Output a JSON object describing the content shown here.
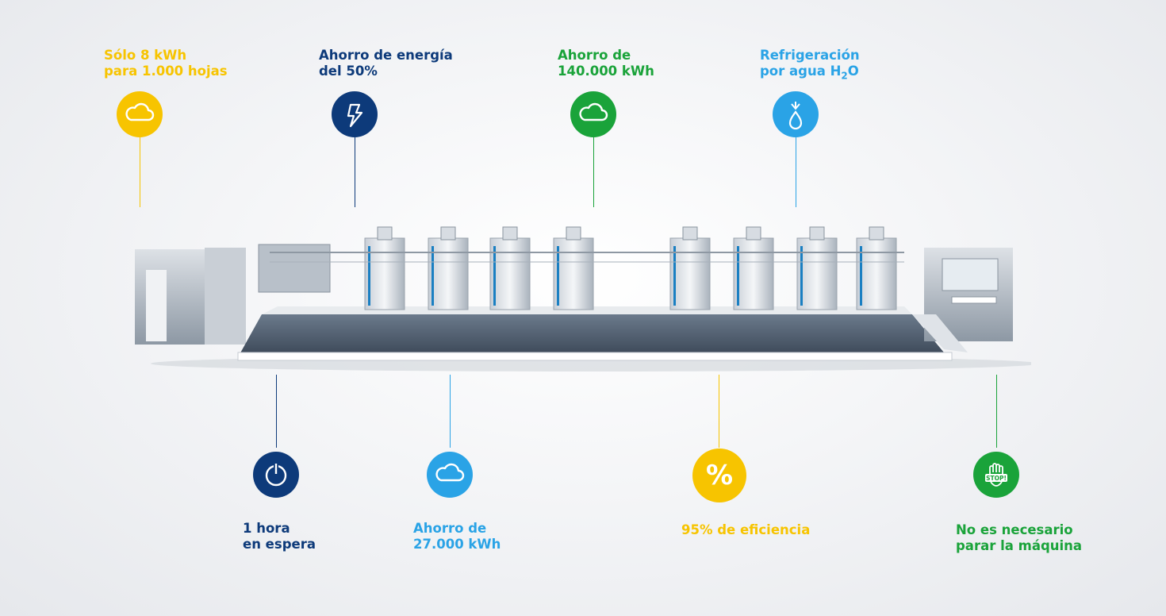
{
  "features": {
    "energy_per_sheets": {
      "line1": "Sólo 8 kWh",
      "line2": "para 1.000 hojas",
      "color": "#f7c400",
      "icon": "cloud-icon"
    },
    "energy_saving": {
      "line1": "Ahorro de energía",
      "line2": "del 50%",
      "color": "#0d3a7a",
      "icon": "lightning-icon"
    },
    "saving_140000": {
      "line1": "Ahorro de",
      "line2": "140.000 kWh",
      "color": "#1aa33a",
      "icon": "cloud-icon"
    },
    "water_cooling": {
      "line1": "Refrigeración",
      "line2_prefix": "por agua H",
      "line2_sub": "2",
      "line2_suffix": "O",
      "color": "#2aa3e6",
      "icon": "water-drop-icon"
    },
    "standby": {
      "line1": "1 hora",
      "line2": "en espera",
      "color": "#0d3a7a",
      "icon": "power-icon"
    },
    "saving_27000": {
      "line1": "Ahorro de",
      "line2": "27.000 kWh",
      "color": "#2aa3e6",
      "icon": "cloud-icon"
    },
    "efficiency": {
      "line1": "95% de eficiencia",
      "color": "#f7c400",
      "icon": "percent-icon",
      "icon_text": "%"
    },
    "no_stop": {
      "line1": "No es necesario",
      "line2": "parar la máquina",
      "color": "#1aa33a",
      "icon": "stop-hand-icon",
      "icon_text": "STOP!"
    }
  }
}
